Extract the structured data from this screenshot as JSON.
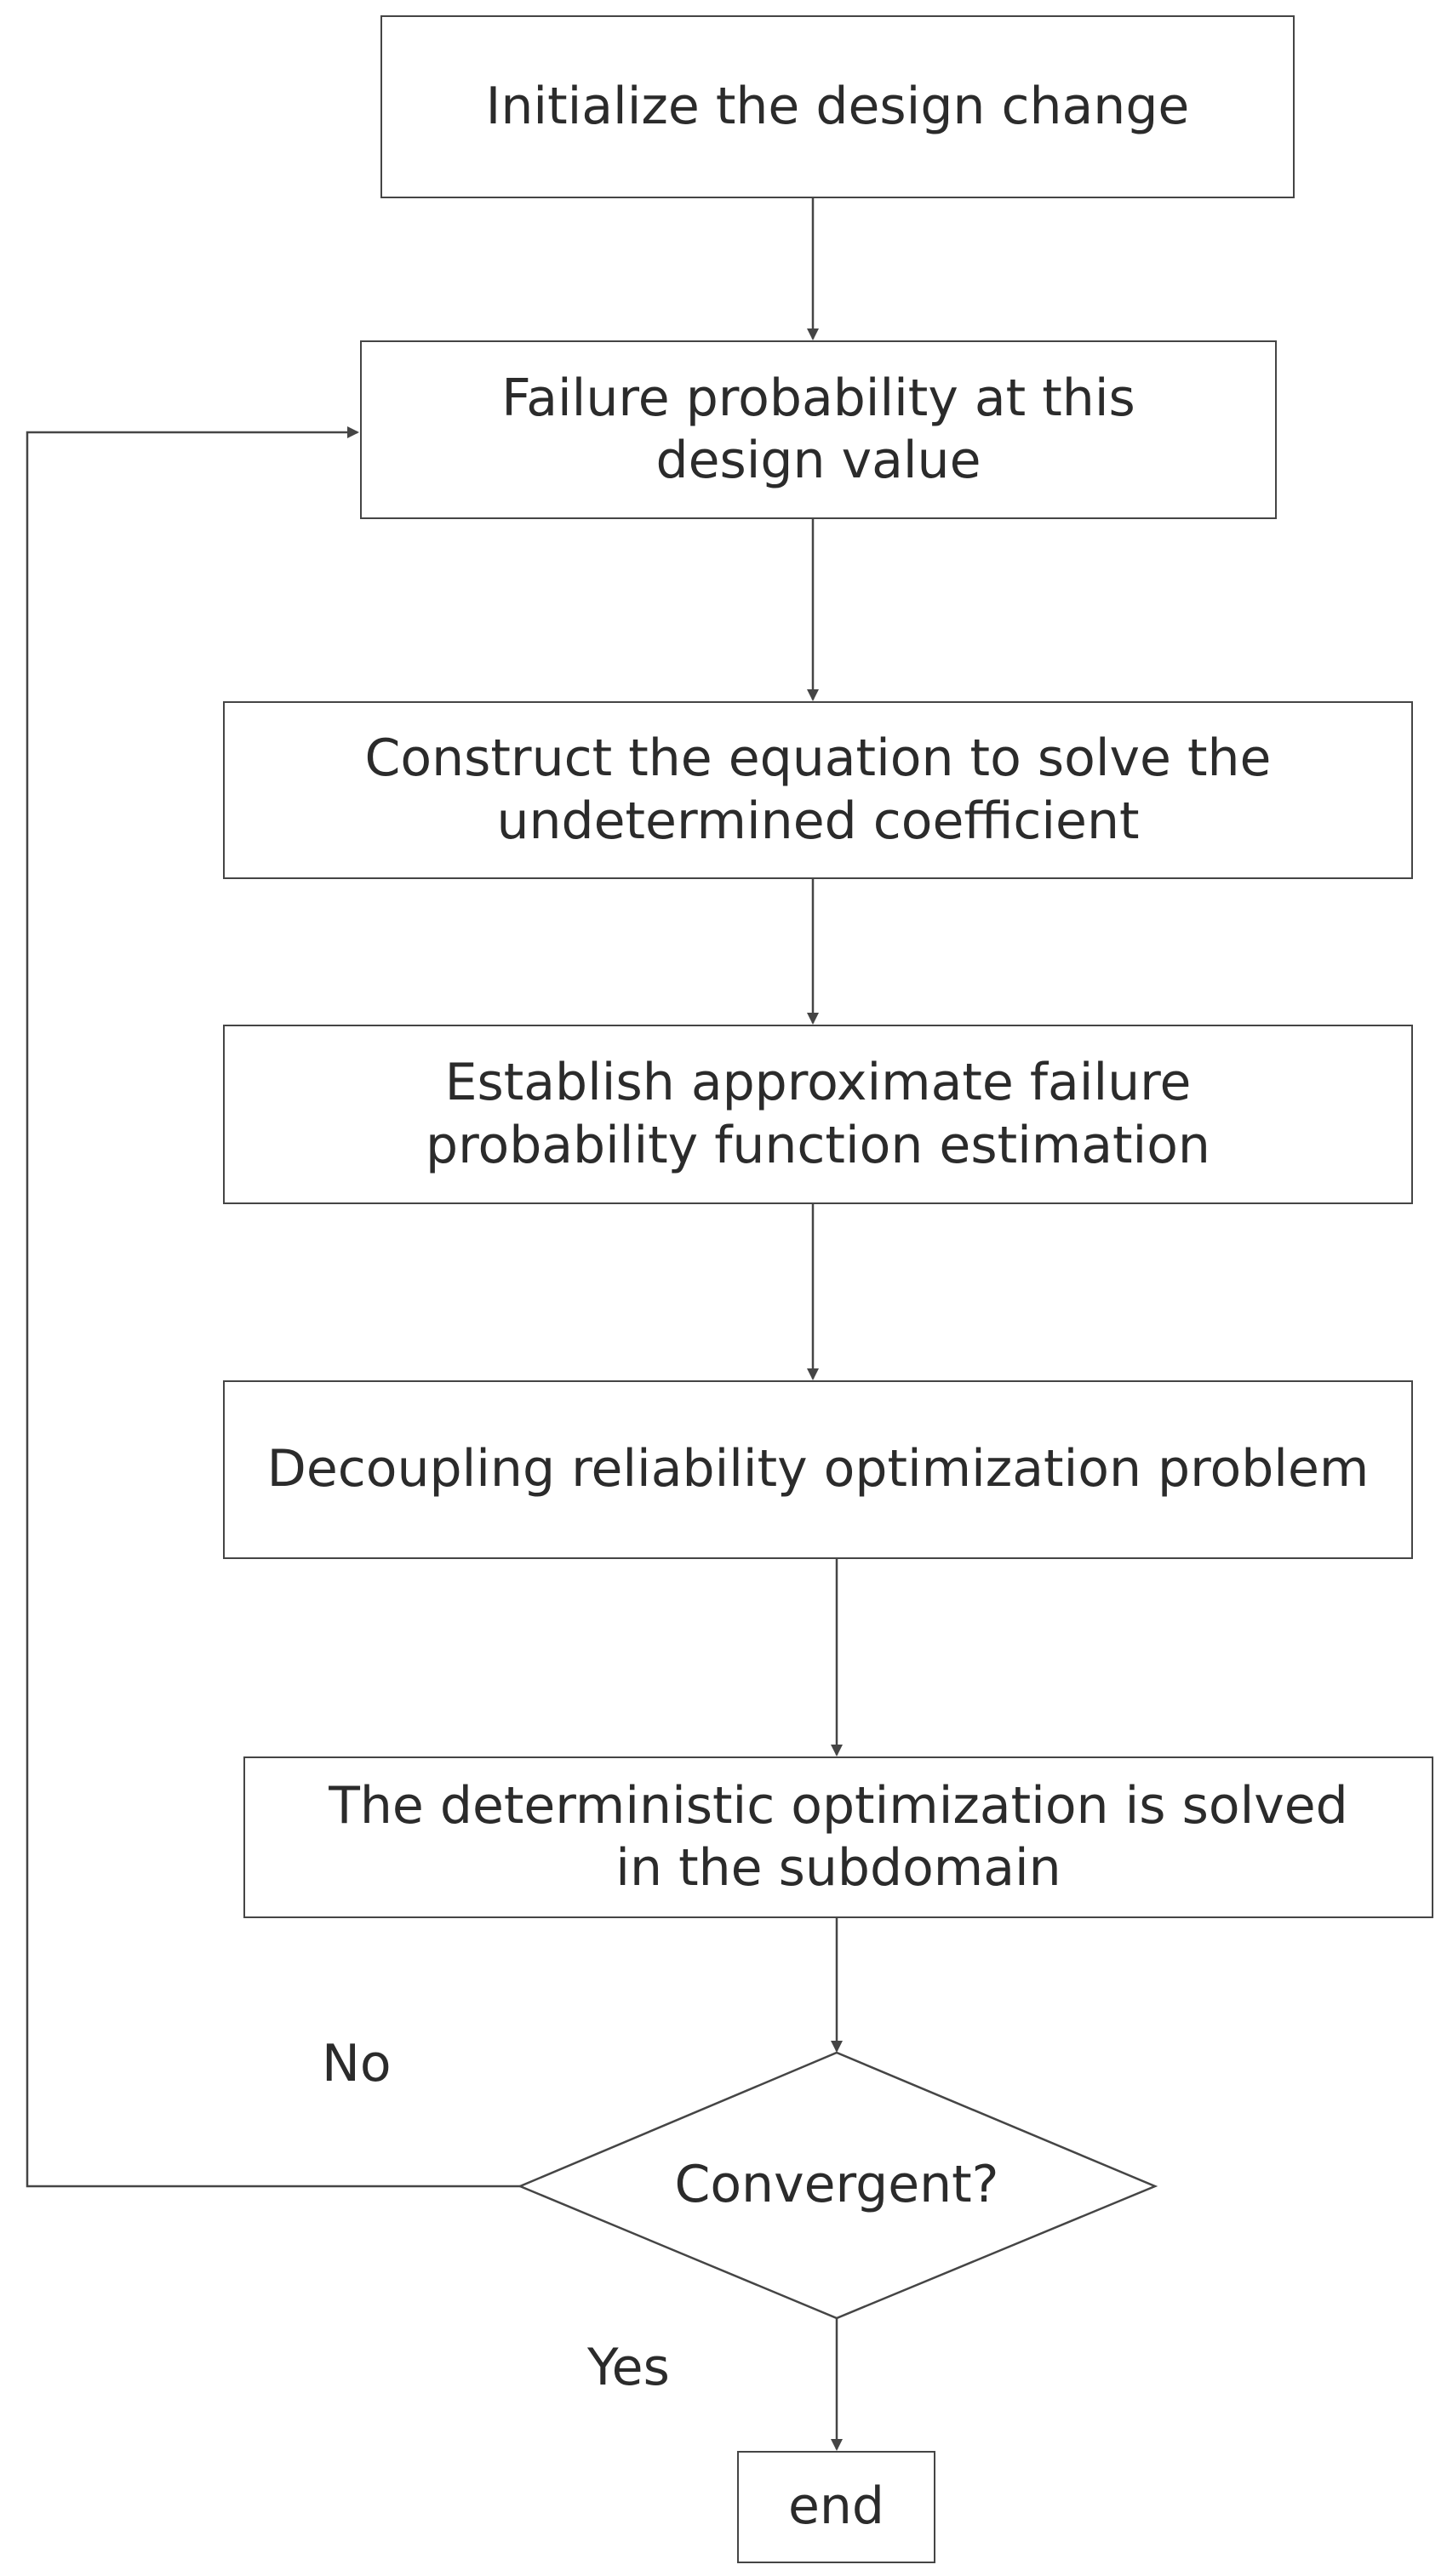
{
  "flowchart": {
    "steps": [
      {
        "id": "init",
        "text": "Initialize the design change"
      },
      {
        "id": "failure_prob",
        "text": "Failure probability at this design value"
      },
      {
        "id": "construct_eq",
        "text": "Construct the equation to solve the undetermined coefficient"
      },
      {
        "id": "approx_func",
        "text": "Establish approximate failure probability function estimation"
      },
      {
        "id": "decouple",
        "text": "Decoupling reliability optimization problem"
      },
      {
        "id": "deterministic",
        "text": "The deterministic optimization is solved in the subdomain"
      }
    ],
    "decision": {
      "text": "Convergent?"
    },
    "terminal": {
      "text": "end"
    },
    "branches": {
      "no": "No",
      "yes": "Yes"
    },
    "colors": {
      "line": "#454545",
      "text": "#2b2b2b",
      "background": "#ffffff"
    }
  }
}
